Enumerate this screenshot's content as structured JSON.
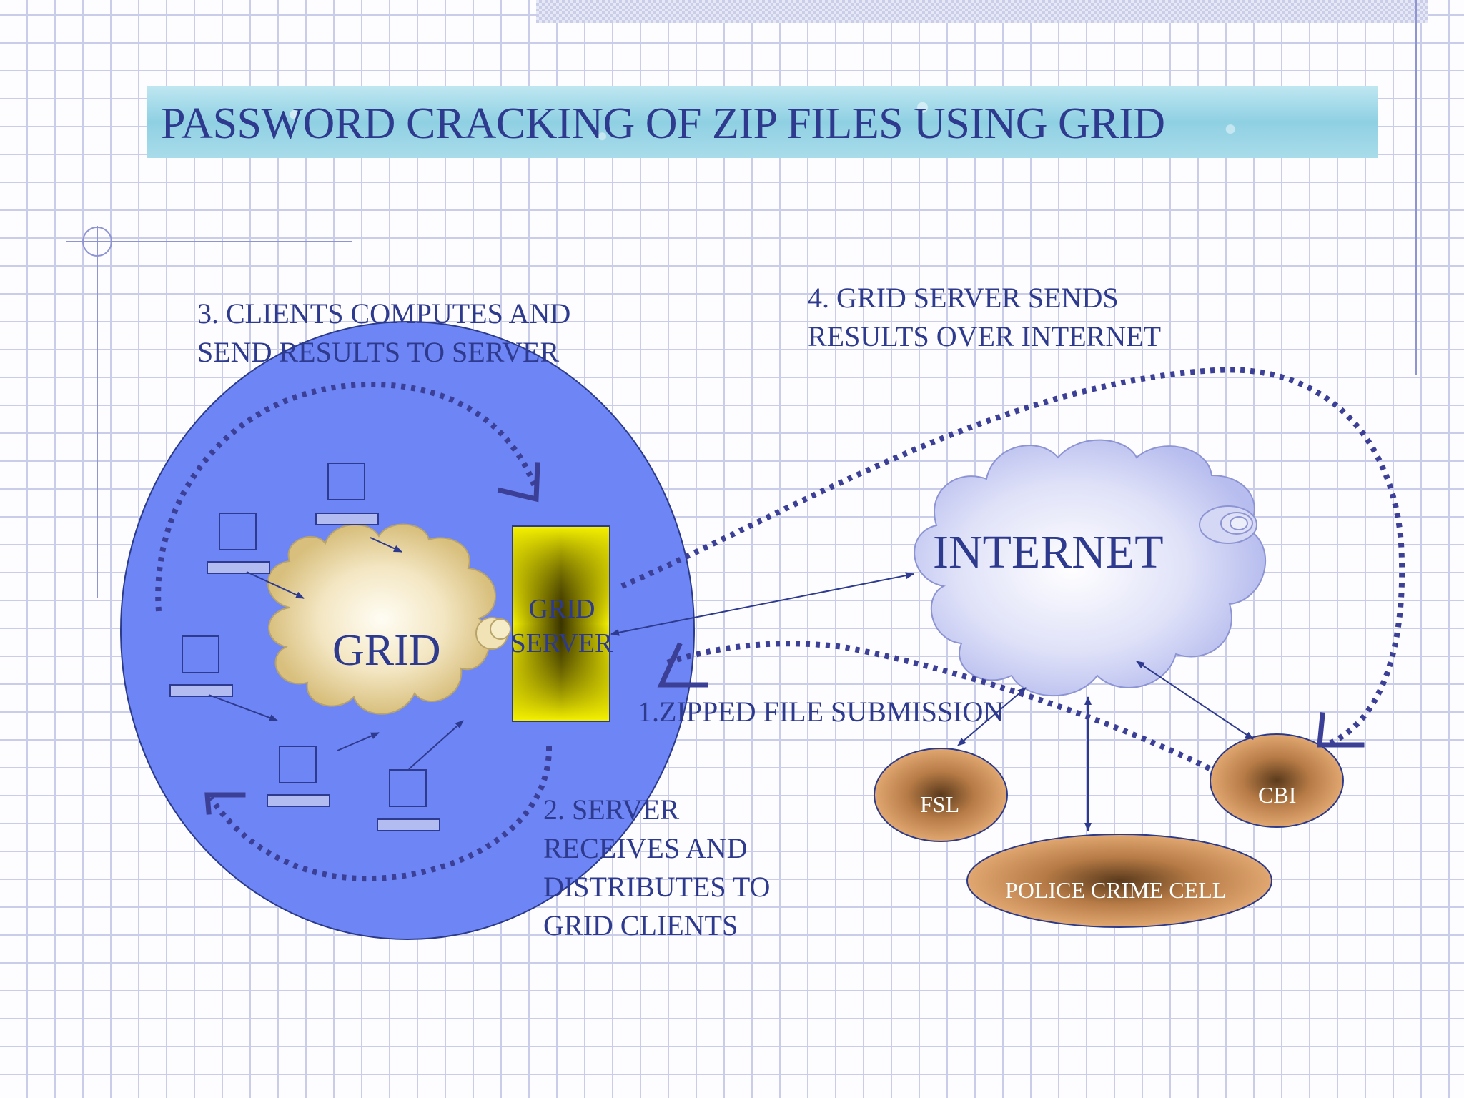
{
  "title": "PASSWORD CRACKING OF ZIP FILES USING GRID",
  "step3": [
    "3. CLIENTS COMPUTES AND",
    "SEND RESULTS TO SERVER"
  ],
  "step4": [
    "4. GRID SERVER SENDS",
    "RESULTS OVER INTERNET"
  ],
  "step1": "1.ZIPPED FILE SUBMISSION",
  "step2": [
    "2. SERVER",
    "RECEIVES AND",
    "DISTRIBUTES TO",
    "GRID CLIENTS"
  ],
  "nodes": {
    "grid": "GRID",
    "grid_server": [
      "GRID",
      "SERVER"
    ],
    "internet": "INTERNET",
    "fsl": "FSL",
    "cbi": "CBI",
    "police": "POLICE CRIME CELL"
  },
  "colors": {
    "text": "#2e3a8e",
    "grid_circle": "#6e86f5",
    "server": "#f2f000",
    "cloud_grid": "#ead6a0",
    "cloud_internet": "#cfd3f4",
    "agency_oval": "#e2a56e"
  },
  "icons": [
    "computer-icon",
    "cloud-icon",
    "arrow-icon"
  ]
}
